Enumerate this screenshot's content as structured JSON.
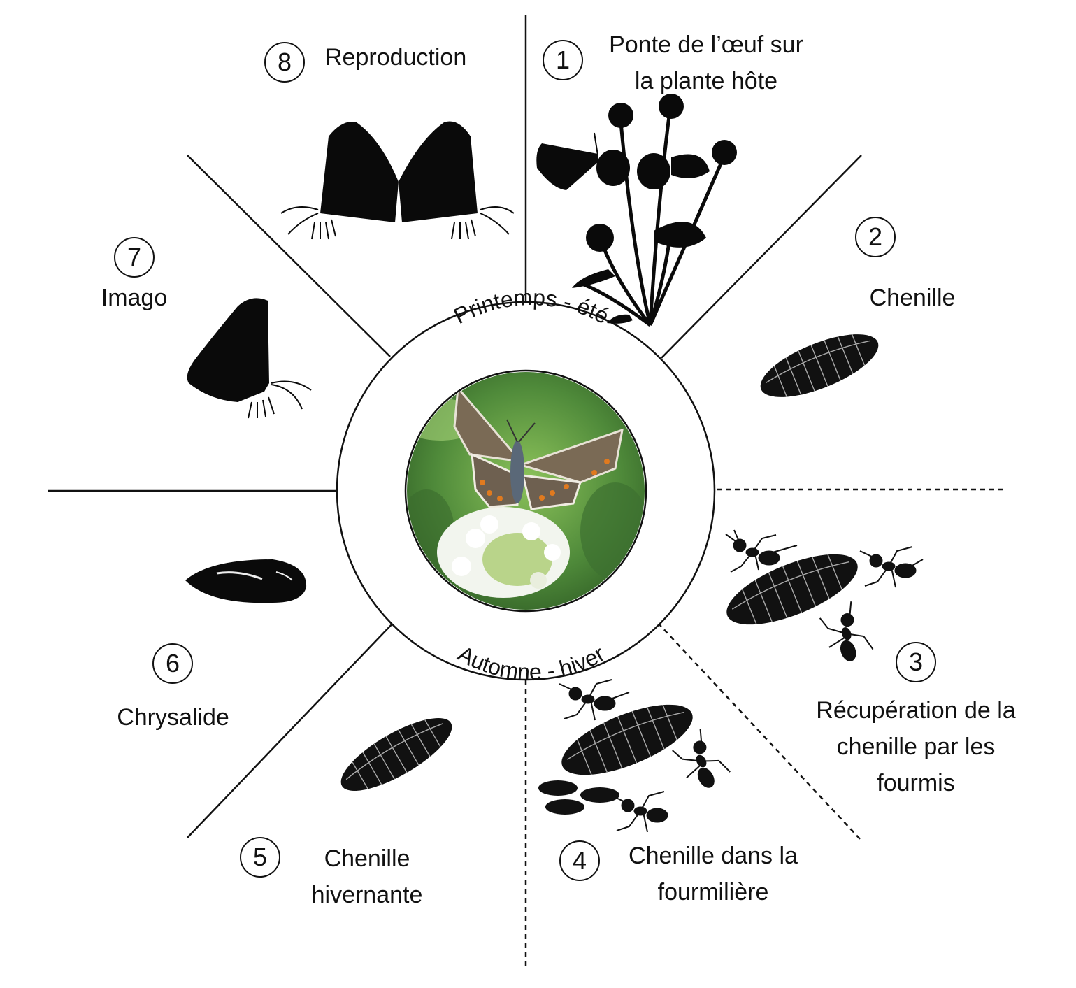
{
  "center": {
    "top_label": "Printemps - été",
    "bottom_label": "Automne - hiver"
  },
  "stages": [
    {
      "number": "1",
      "label": "Ponte de l’œuf sur la plante hôte",
      "lines": [
        "Ponte de l’œuf sur",
        "la plante hôte"
      ]
    },
    {
      "number": "2",
      "label": "Chenille",
      "lines": [
        "Chenille"
      ]
    },
    {
      "number": "3",
      "label": "Récupération de la chenille par les fourmis",
      "lines": [
        "Récupération de la",
        "chenille par les",
        "fourmis"
      ]
    },
    {
      "number": "4",
      "label": "Chenille dans la fourmilière",
      "lines": [
        "Chenille dans la",
        "fourmilière"
      ]
    },
    {
      "number": "5",
      "label": "Chenille hivernante",
      "lines": [
        "Chenille",
        "hivernante"
      ]
    },
    {
      "number": "6",
      "label": "Chrysalide",
      "lines": [
        "Chrysalide"
      ]
    },
    {
      "number": "7",
      "label": "Imago",
      "lines": [
        "Imago"
      ]
    },
    {
      "number": "8",
      "label": "Reproduction",
      "lines": [
        "Reproduction"
      ]
    }
  ],
  "illustrations": [
    "host-plant-with-butterfly-silhouette",
    "caterpillar-silhouette",
    "caterpillar-with-ants",
    "caterpillar-in-anthill-with-ants",
    "hibernating-caterpillar-silhouette",
    "chrysalis-silhouette",
    "butterfly-silhouette",
    "mating-butterflies-silhouette",
    "butterfly-on-clover-photo"
  ],
  "colors": {
    "ink": "#111111",
    "photo_green": "#4f8a3a",
    "wing_brown": "#7a6a55",
    "orange_spots": "#e07a1f"
  }
}
